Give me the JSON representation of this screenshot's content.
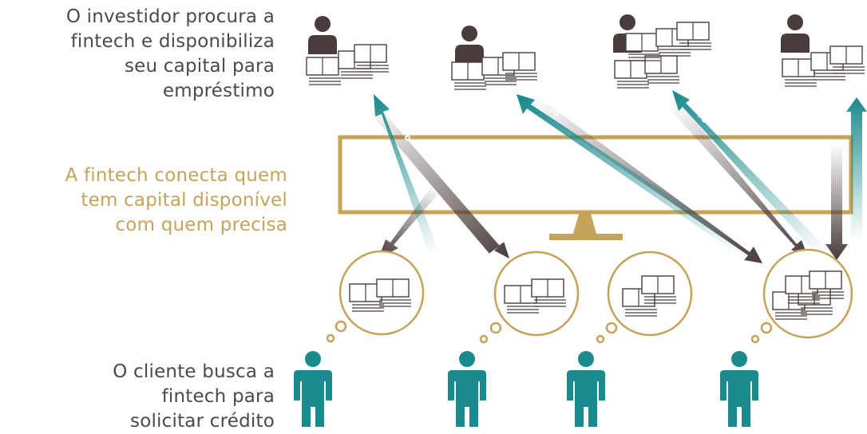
{
  "investor_text": [
    "O investidor  procura a",
    "fintech e disponibiliza",
    "seu capital para",
    "empréstimo"
  ],
  "fintech_text": [
    "A fintech conecta quem",
    "tem capital disponível",
    "com quem precisa"
  ],
  "client_text": [
    "O cliente busca a",
    "fintech para",
    "solicitar crédito"
  ],
  "interest_label": "+%",
  "colors": {
    "teal": "#1a8a8e",
    "dark_brown": "#4a3c3c",
    "gold": "#c4a35a",
    "gray_text": "#4a4a4a"
  },
  "icons": {
    "investor": "investor-with-money-icon",
    "client": "client-person-icon",
    "thought": "thought-bubble-money-icon",
    "platform": "monitor-platform-icon"
  }
}
